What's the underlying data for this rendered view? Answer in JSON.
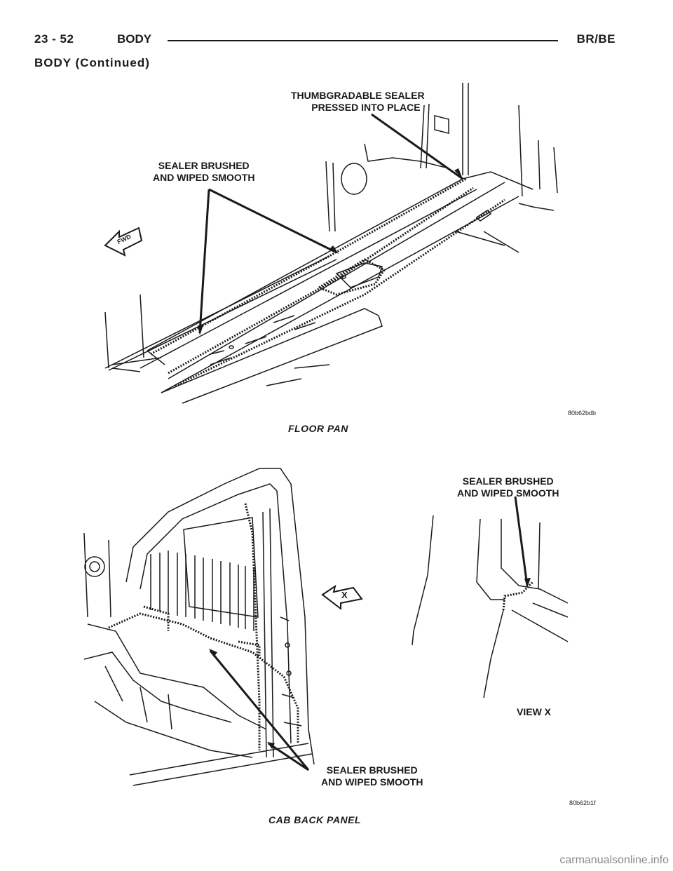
{
  "header": {
    "page_number": "23 - 52",
    "section": "BODY",
    "model": "BR/BE",
    "continued": "BODY (Continued)"
  },
  "figure1": {
    "label_thumb": "THUMBGRADABLE SEALER\n      PRESSED INTO PLACE",
    "label_brushed": "SEALER BRUSHED\nAND WIPED SMOOTH",
    "fwd": "FWD",
    "figure_id": "80b62bdb",
    "caption": "FLOOR PAN"
  },
  "figure2": {
    "label_top": "SEALER BRUSHED\nAND WIPED SMOOTH",
    "label_bottom": "SEALER BRUSHED\nAND WIPED SMOOTH",
    "view_marker": "X",
    "view_label": "VIEW X",
    "figure_id": "80b62b1f",
    "caption": "CAB BACK PANEL"
  },
  "watermark": "carmanualsonline.info"
}
